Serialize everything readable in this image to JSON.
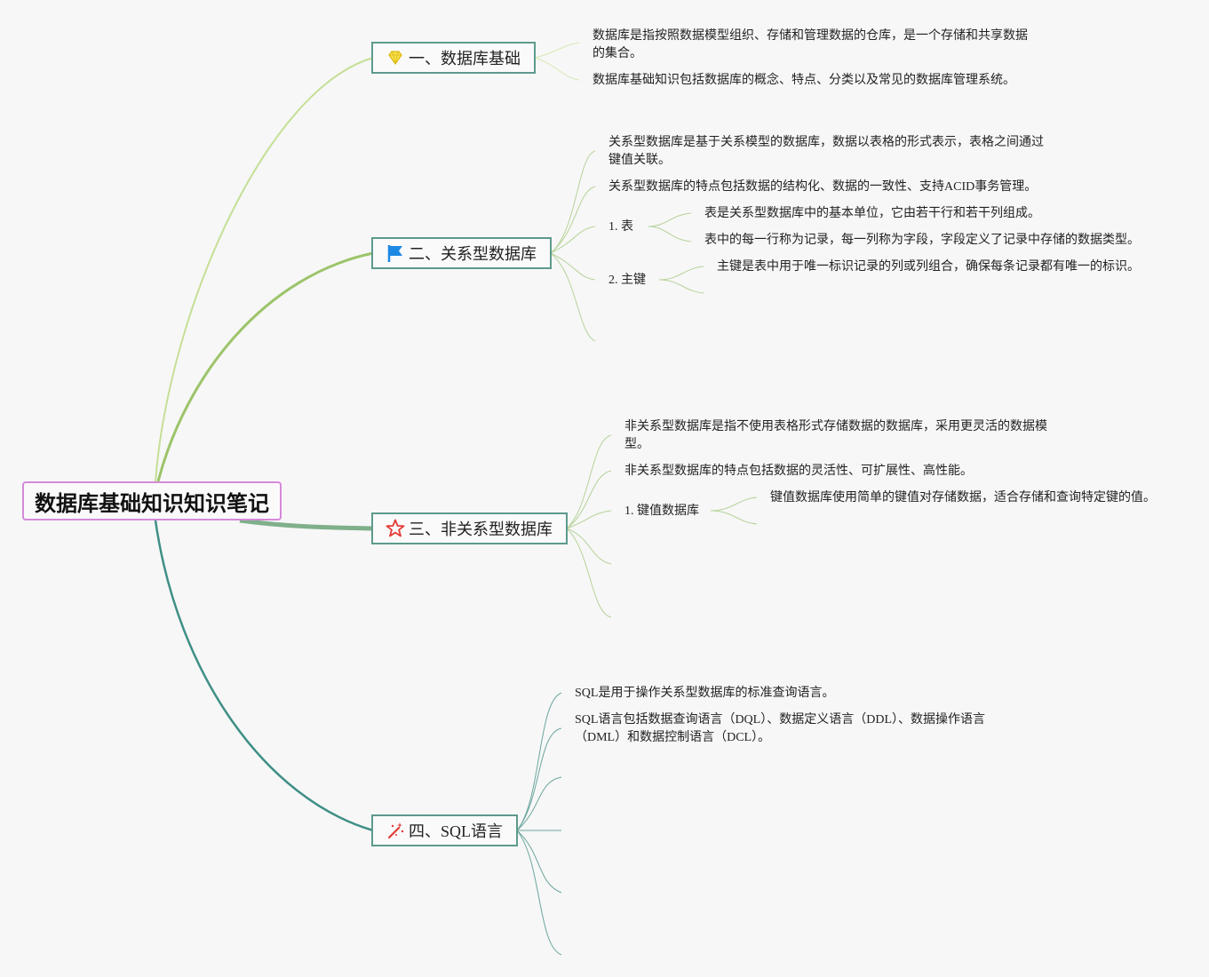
{
  "root": {
    "title": "数据库基础知识知识笔记"
  },
  "colors": {
    "root_border": "#d58ad9",
    "topic_border": "#5d9a8c",
    "branch1": "#c5df96",
    "branch2": "#9cc46a",
    "branch3": "#7fb08a",
    "branch4": "#3f8f86",
    "leaf_line": "#b6d39a",
    "sql_leaf_line": "#6aa59e"
  },
  "topics": [
    {
      "label": "一、数据库基础",
      "icon": "diamond-icon",
      "notes": [
        "数据库是指按照数据模型组织、存储和管理数据的仓库，是一个存储和共享数据的集合。",
        "数据库基础知识包括数据库的概念、特点、分类以及常见的数据库管理系统。"
      ]
    },
    {
      "label": "二、关系型数据库",
      "icon": "flag-icon",
      "notes": [
        "关系型数据库是基于关系模型的数据库，数据以表格的形式表示，表格之间通过键值关联。",
        "关系型数据库的特点包括数据的结构化、数据的一致性、支持ACID事务管理。"
      ],
      "subtopics": [
        {
          "label": "1. 表",
          "notes": [
            "表是关系型数据库中的基本单位，它由若干行和若干列组成。",
            "表中的每一行称为记录，每一列称为字段，字段定义了记录中存储的数据类型。"
          ]
        },
        {
          "label": "2. 主键",
          "notes": [
            "主键是表中用于唯一标识记录的列或列组合，确保每条记录都有唯一的标识。"
          ]
        }
      ]
    },
    {
      "label": "三、非关系型数据库",
      "icon": "star-icon",
      "notes": [
        "非关系型数据库是指不使用表格形式存储数据的数据库，采用更灵活的数据模型。",
        "非关系型数据库的特点包括数据的灵活性、可扩展性、高性能。"
      ],
      "subtopics": [
        {
          "label": "1. 键值数据库",
          "notes": [
            "键值数据库使用简单的键值对存储数据，适合存储和查询特定键的值。"
          ]
        }
      ]
    },
    {
      "label": "四、SQL语言",
      "icon": "magic-wand-icon",
      "notes": [
        "SQL是用于操作关系型数据库的标准查询语言。",
        "SQL语言包括数据查询语言（DQL）、数据定义语言（DDL）、数据操作语言（DML）和数据控制语言（DCL）。"
      ]
    }
  ]
}
